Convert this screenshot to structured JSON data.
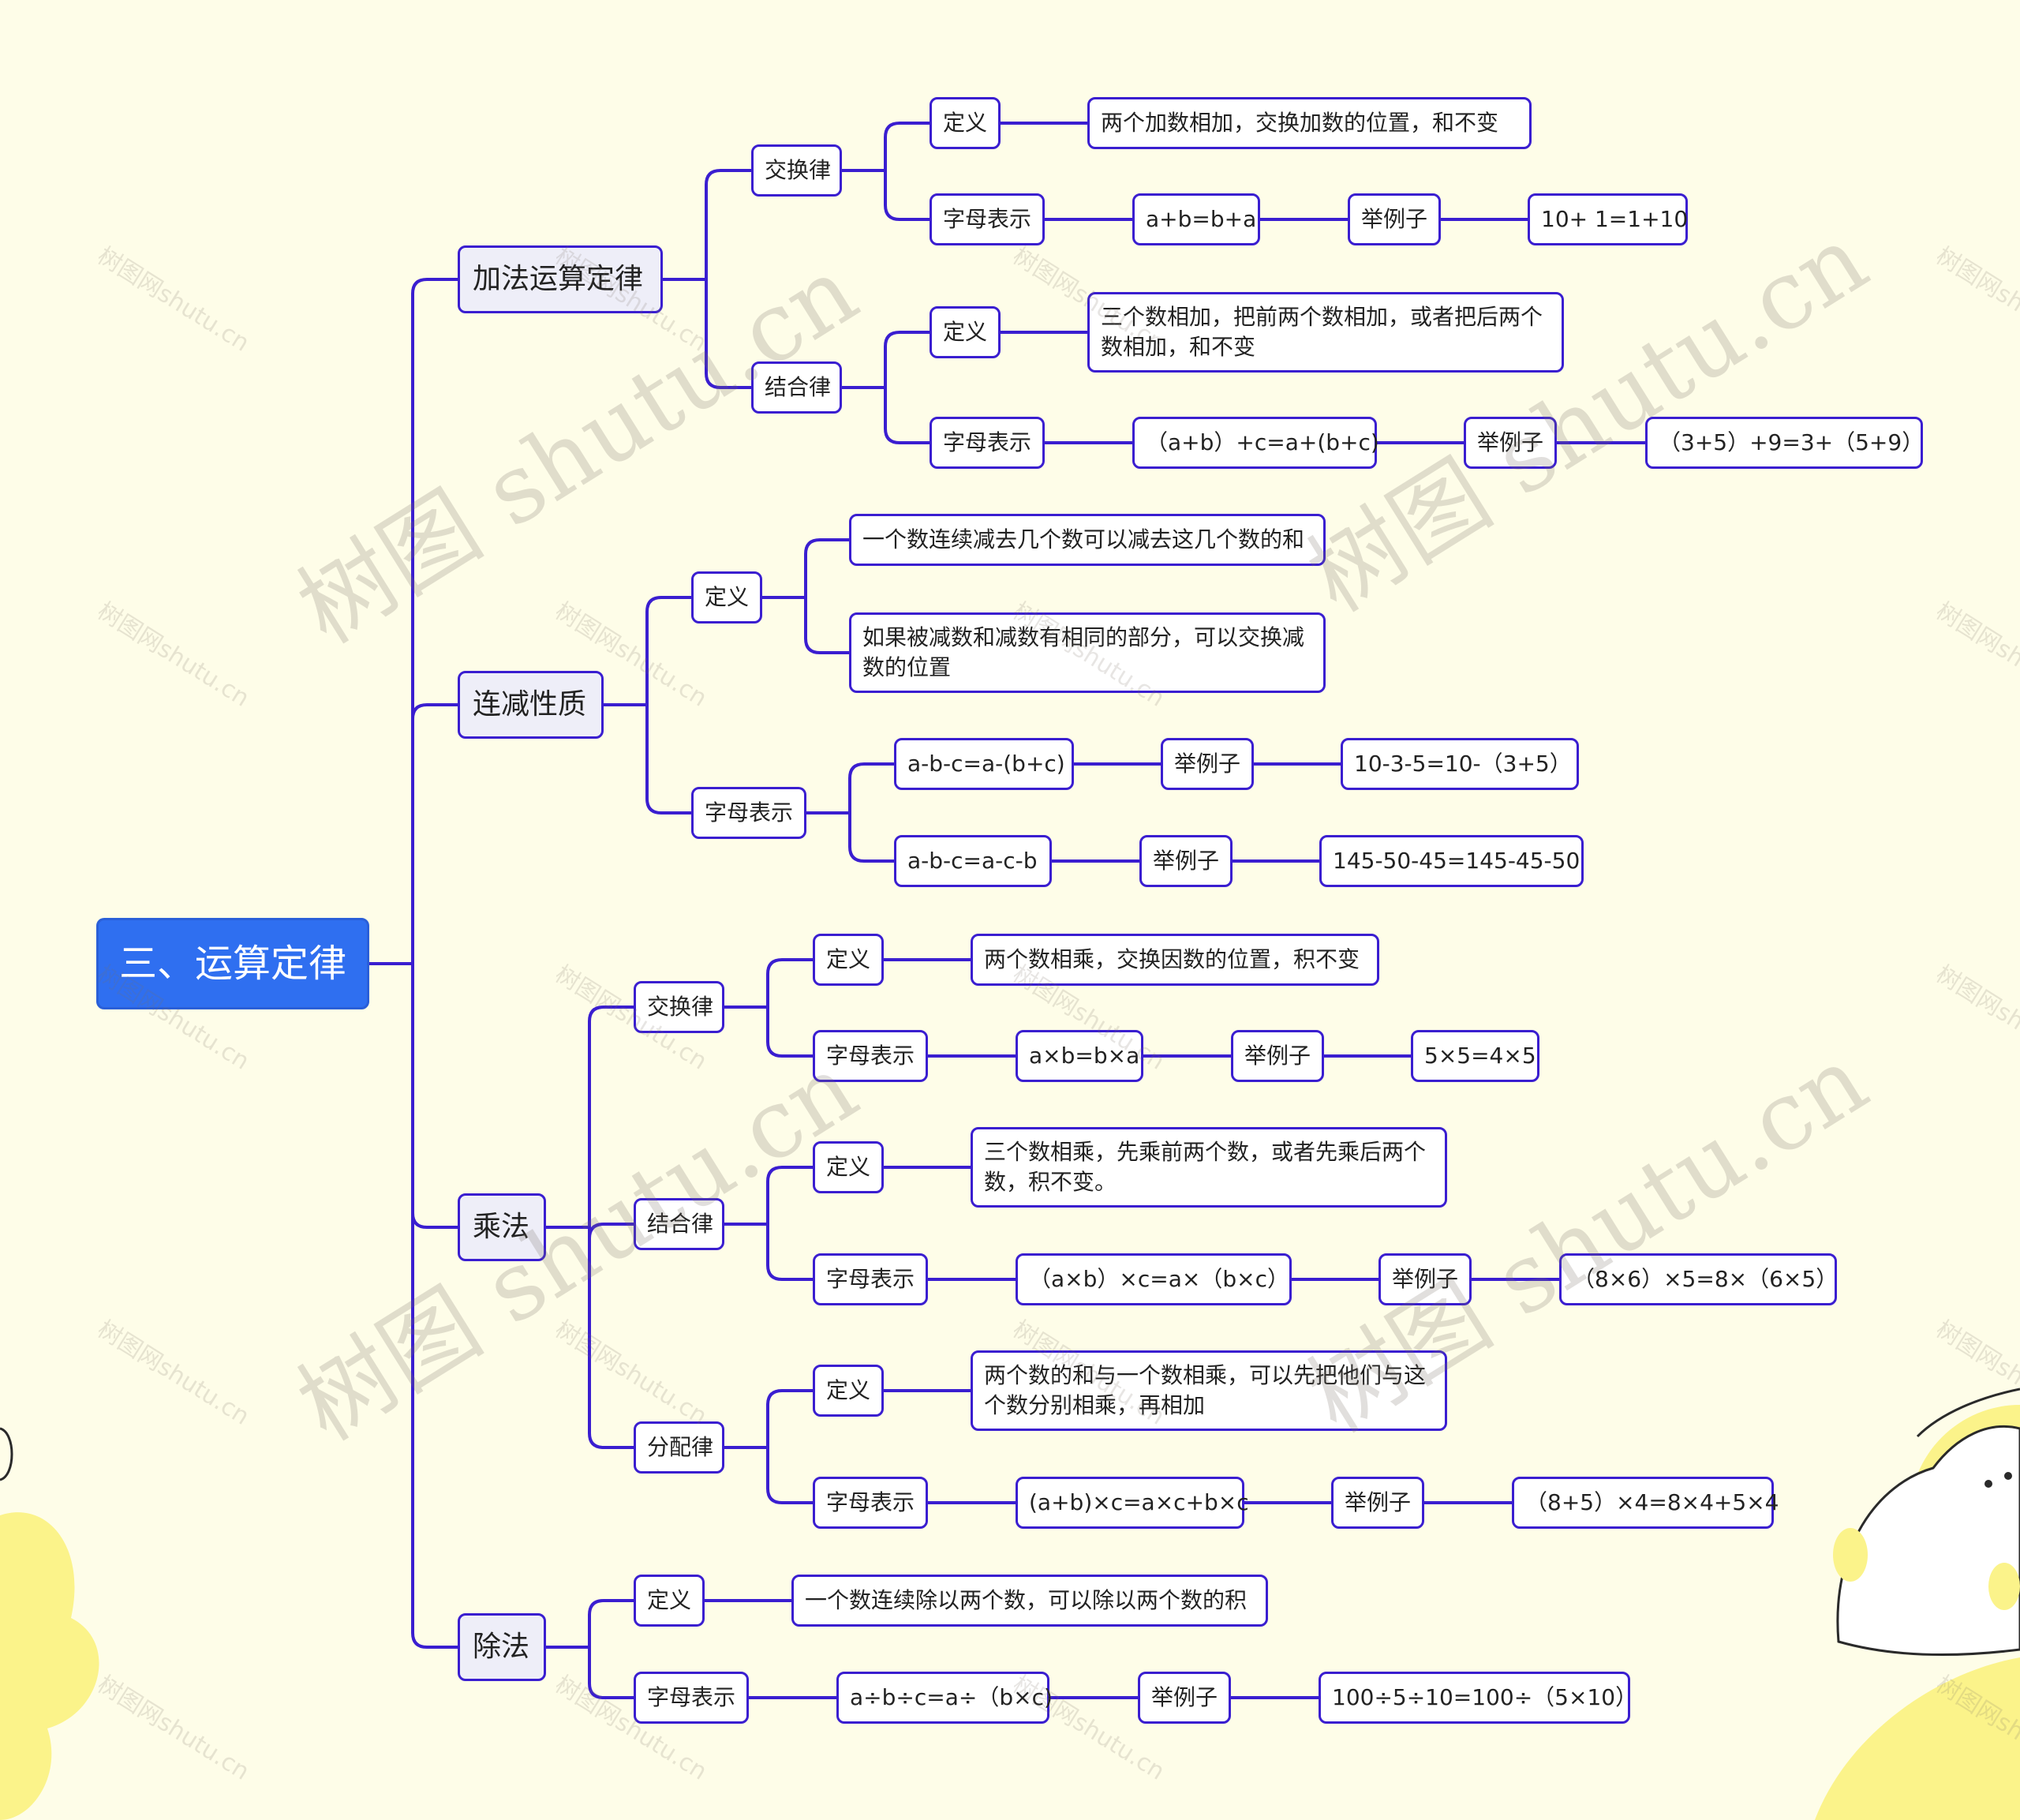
{
  "colors": {
    "line": "#3a1ed0",
    "root_fill": "#2f6ff0",
    "l1_fill": "#eeeef8",
    "node_fill": "#ffffff",
    "background": "#fefde8",
    "decor_yellow": "#fbf38a"
  },
  "watermark": {
    "big": "树图 shutu.cn",
    "small": "树图网shutu.cn"
  },
  "mindmap": {
    "root": "三、运算定律",
    "addition": {
      "title": "加法运算定律",
      "commutative": {
        "label": "交换律",
        "def_label": "定义",
        "def": "两个加数相加，交换加数的位置，和不变",
        "letter_label": "字母表示",
        "formula": "a+b=b+a",
        "example_label": "举例子",
        "example": "10+ 1=1+10"
      },
      "associative": {
        "label": "结合律",
        "def_label": "定义",
        "def": "三个数相加，把前两个数相加，或者把后两个数相加，和不变",
        "letter_label": "字母表示",
        "formula": "（a+b）+c=a+(b+c)",
        "example_label": "举例子",
        "example": "（3+5）+9=3+（5+9）"
      }
    },
    "subtraction": {
      "title": "连减性质",
      "def_label": "定义",
      "def1": "一个数连续减去几个数可以减去这几个数的和",
      "def2": "如果被减数和减数有相同的部分，可以交换减数的位置",
      "letter_label": "字母表示",
      "formula1": "a-b-c=a-(b+c)",
      "example_label1": "举例子",
      "example1": "10-3-5=10-（3+5）",
      "formula2": "a-b-c=a-c-b",
      "example_label2": "举例子",
      "example2": "145-50-45=145-45-50"
    },
    "multiplication": {
      "title": "乘法",
      "commutative": {
        "label": "交换律",
        "def_label": "定义",
        "def": "两个数相乘，交换因数的位置，积不变",
        "letter_label": "字母表示",
        "formula": "a×b=b×a",
        "example_label": "举例子",
        "example": "5×5=4×5"
      },
      "associative": {
        "label": "结合律",
        "def_label": "定义",
        "def": "三个数相乘，先乘前两个数，或者先乘后两个数，积不变。",
        "letter_label": "字母表示",
        "formula": "（a×b）×c=a×（b×c）",
        "example_label": "举例子",
        "example": "（8×6）×5=8×（6×5）"
      },
      "distributive": {
        "label": "分配律",
        "def_label": "定义",
        "def": "两个数的和与一个数相乘，可以先把他们与这个数分别相乘，再相加",
        "letter_label": "字母表示",
        "formula": "(a+b)×c=a×c+b×c",
        "example_label": "举例子",
        "example": "（8+5）×4=8×4+5×4"
      }
    },
    "division": {
      "title": "除法",
      "def_label": "定义",
      "def": "一个数连续除以两个数，可以除以两个数的积",
      "letter_label": "字母表示",
      "formula": "a÷b÷c=a÷（b×c)",
      "example_label": "举例子",
      "example": "100÷5÷10=100÷（5×10）"
    }
  }
}
